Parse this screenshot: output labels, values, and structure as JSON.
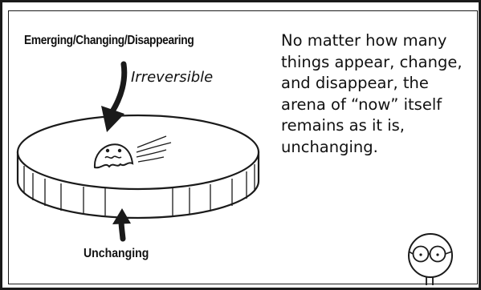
{
  "diagram": {
    "top_label": "Emerging/Changing/Disappearing",
    "arrow_label": "Irreversible",
    "bottom_label": "Unchanging",
    "explanation": "No matter how many things appear, change, and disappear, the arena of “now” itself remains as it is, unchanging."
  },
  "icons": [
    "down-arrow-icon",
    "up-arrow-icon",
    "ghost-icon",
    "motion-lines-icon",
    "glasses-character-icon"
  ],
  "colors": {
    "ink": "#1a1a1a",
    "background": "#ffffff"
  }
}
